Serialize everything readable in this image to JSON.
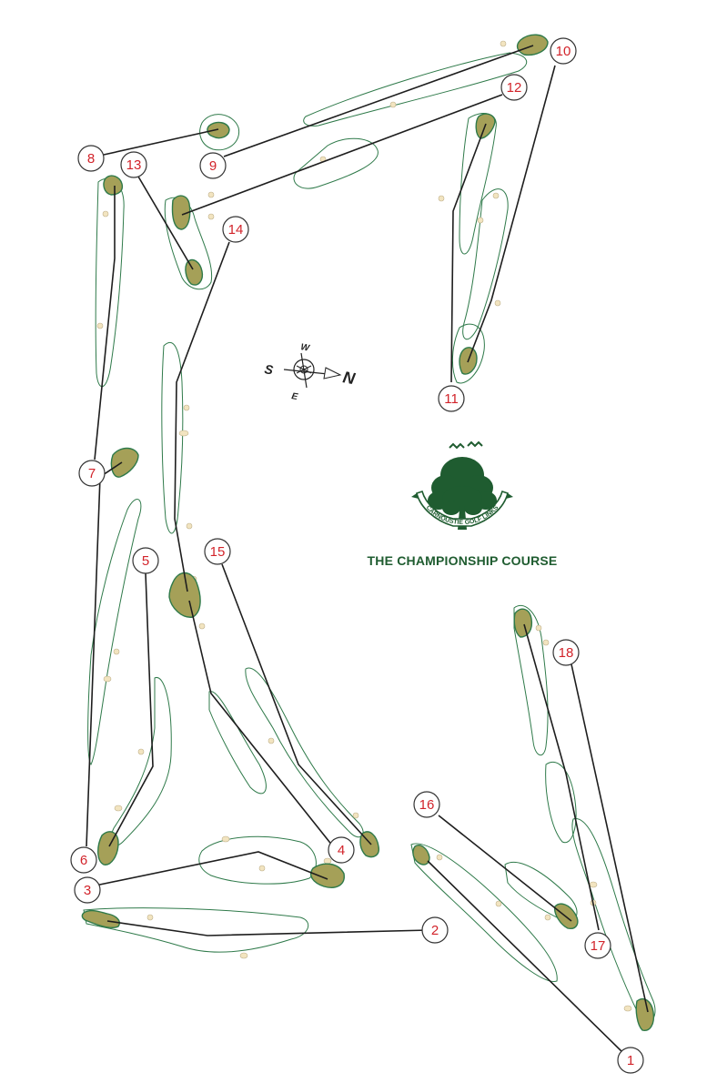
{
  "course": {
    "title": "THE CHAMPIONSHIP COURSE",
    "crest_text": "CARNOUSTIE GOLF LINKS"
  },
  "compass": {
    "north": "N",
    "south": "S",
    "east": "E",
    "west": "W"
  },
  "holes": [
    {
      "number": "1"
    },
    {
      "number": "2"
    },
    {
      "number": "3"
    },
    {
      "number": "4"
    },
    {
      "number": "5"
    },
    {
      "number": "6"
    },
    {
      "number": "7"
    },
    {
      "number": "8"
    },
    {
      "number": "9"
    },
    {
      "number": "10"
    },
    {
      "number": "11"
    },
    {
      "number": "12"
    },
    {
      "number": "13"
    },
    {
      "number": "14"
    },
    {
      "number": "15"
    },
    {
      "number": "16"
    },
    {
      "number": "17"
    },
    {
      "number": "18"
    }
  ],
  "colors": {
    "green": "#a5a058",
    "fairway_outline": "#2f7a4a",
    "hole_number": "#d2232a",
    "play_line": "#1e1e1e",
    "crest": "#1f5c30"
  }
}
